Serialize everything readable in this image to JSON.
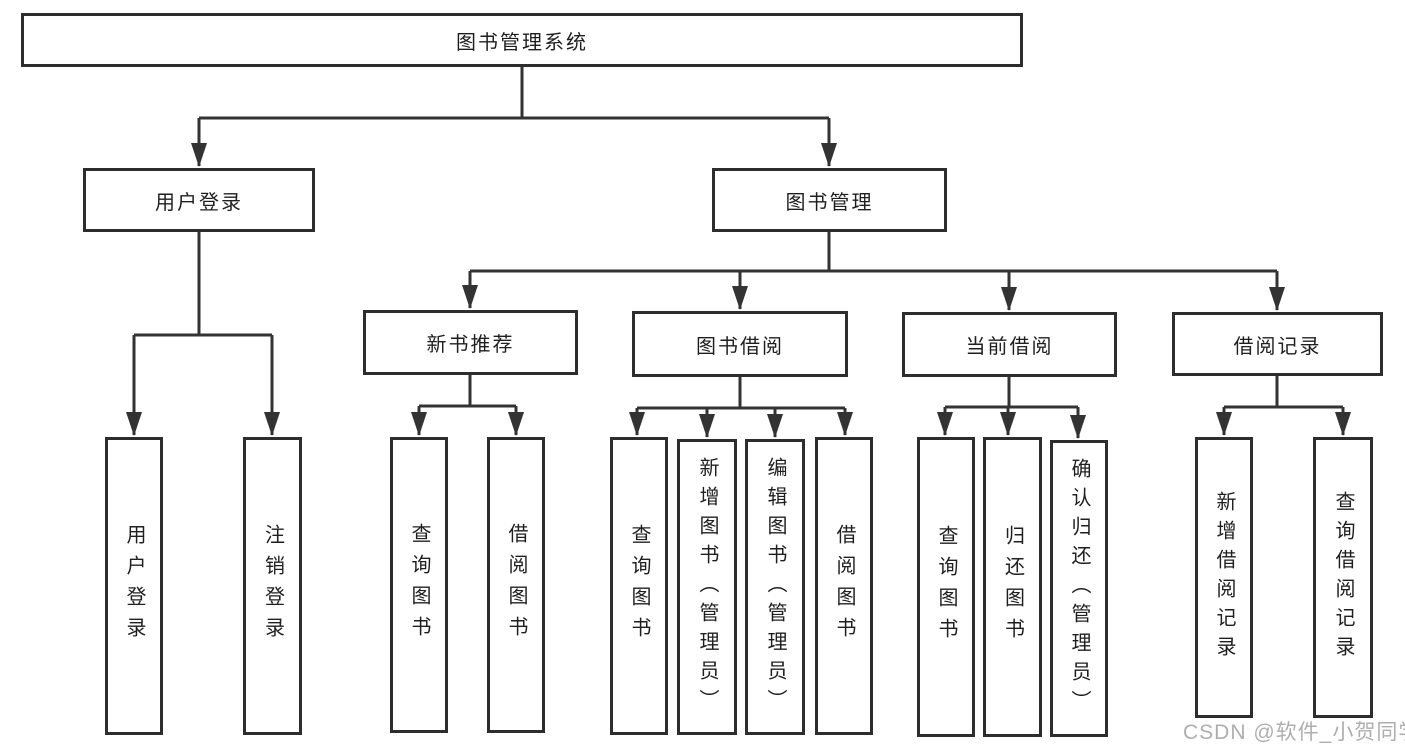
{
  "diagram": {
    "title": "图书管理系统",
    "watermark": "CSDN @软件_小贺同学",
    "colors": {
      "background": "#ffffff",
      "border": "#2d2d2d",
      "line": "#333333",
      "text": "#1f1f1f",
      "watermark": "#a0a0a0"
    },
    "nodes": {
      "root": {
        "label": "图书管理系统",
        "children": [
          "user_login",
          "book_mgmt"
        ]
      },
      "user_login": {
        "label": "用户登录",
        "children": [
          "leaf_user_login",
          "leaf_logout"
        ]
      },
      "book_mgmt": {
        "label": "图书管理",
        "children": [
          "new_book_rec",
          "book_borrow",
          "current_borrow",
          "borrow_record"
        ]
      },
      "new_book_rec": {
        "label": "新书推荐",
        "children": [
          "leaf_query_book_1",
          "leaf_borrow_book_1"
        ]
      },
      "book_borrow": {
        "label": "图书借阅",
        "children": [
          "leaf_query_book_2",
          "leaf_add_book",
          "leaf_edit_book",
          "leaf_borrow_book_2"
        ]
      },
      "current_borrow": {
        "label": "当前借阅",
        "children": [
          "leaf_query_book_3",
          "leaf_return_book",
          "leaf_confirm_return"
        ]
      },
      "borrow_record": {
        "label": "借阅记录",
        "children": [
          "leaf_add_record",
          "leaf_query_record"
        ]
      },
      "leaf_user_login": {
        "label": "用户登录"
      },
      "leaf_logout": {
        "label": "注销登录"
      },
      "leaf_query_book_1": {
        "label": "查询图书"
      },
      "leaf_borrow_book_1": {
        "label": "借阅图书"
      },
      "leaf_query_book_2": {
        "label": "查询图书"
      },
      "leaf_add_book": {
        "label": "新增图书（管理员）"
      },
      "leaf_edit_book": {
        "label": "编辑图书（管理员）"
      },
      "leaf_borrow_book_2": {
        "label": "借阅图书"
      },
      "leaf_query_book_3": {
        "label": "查询图书"
      },
      "leaf_return_book": {
        "label": "归还图书"
      },
      "leaf_confirm_return": {
        "label": "确认归还（管理员）"
      },
      "leaf_add_record": {
        "label": "新增借阅记录"
      },
      "leaf_query_record": {
        "label": "查询借阅记录"
      }
    }
  }
}
